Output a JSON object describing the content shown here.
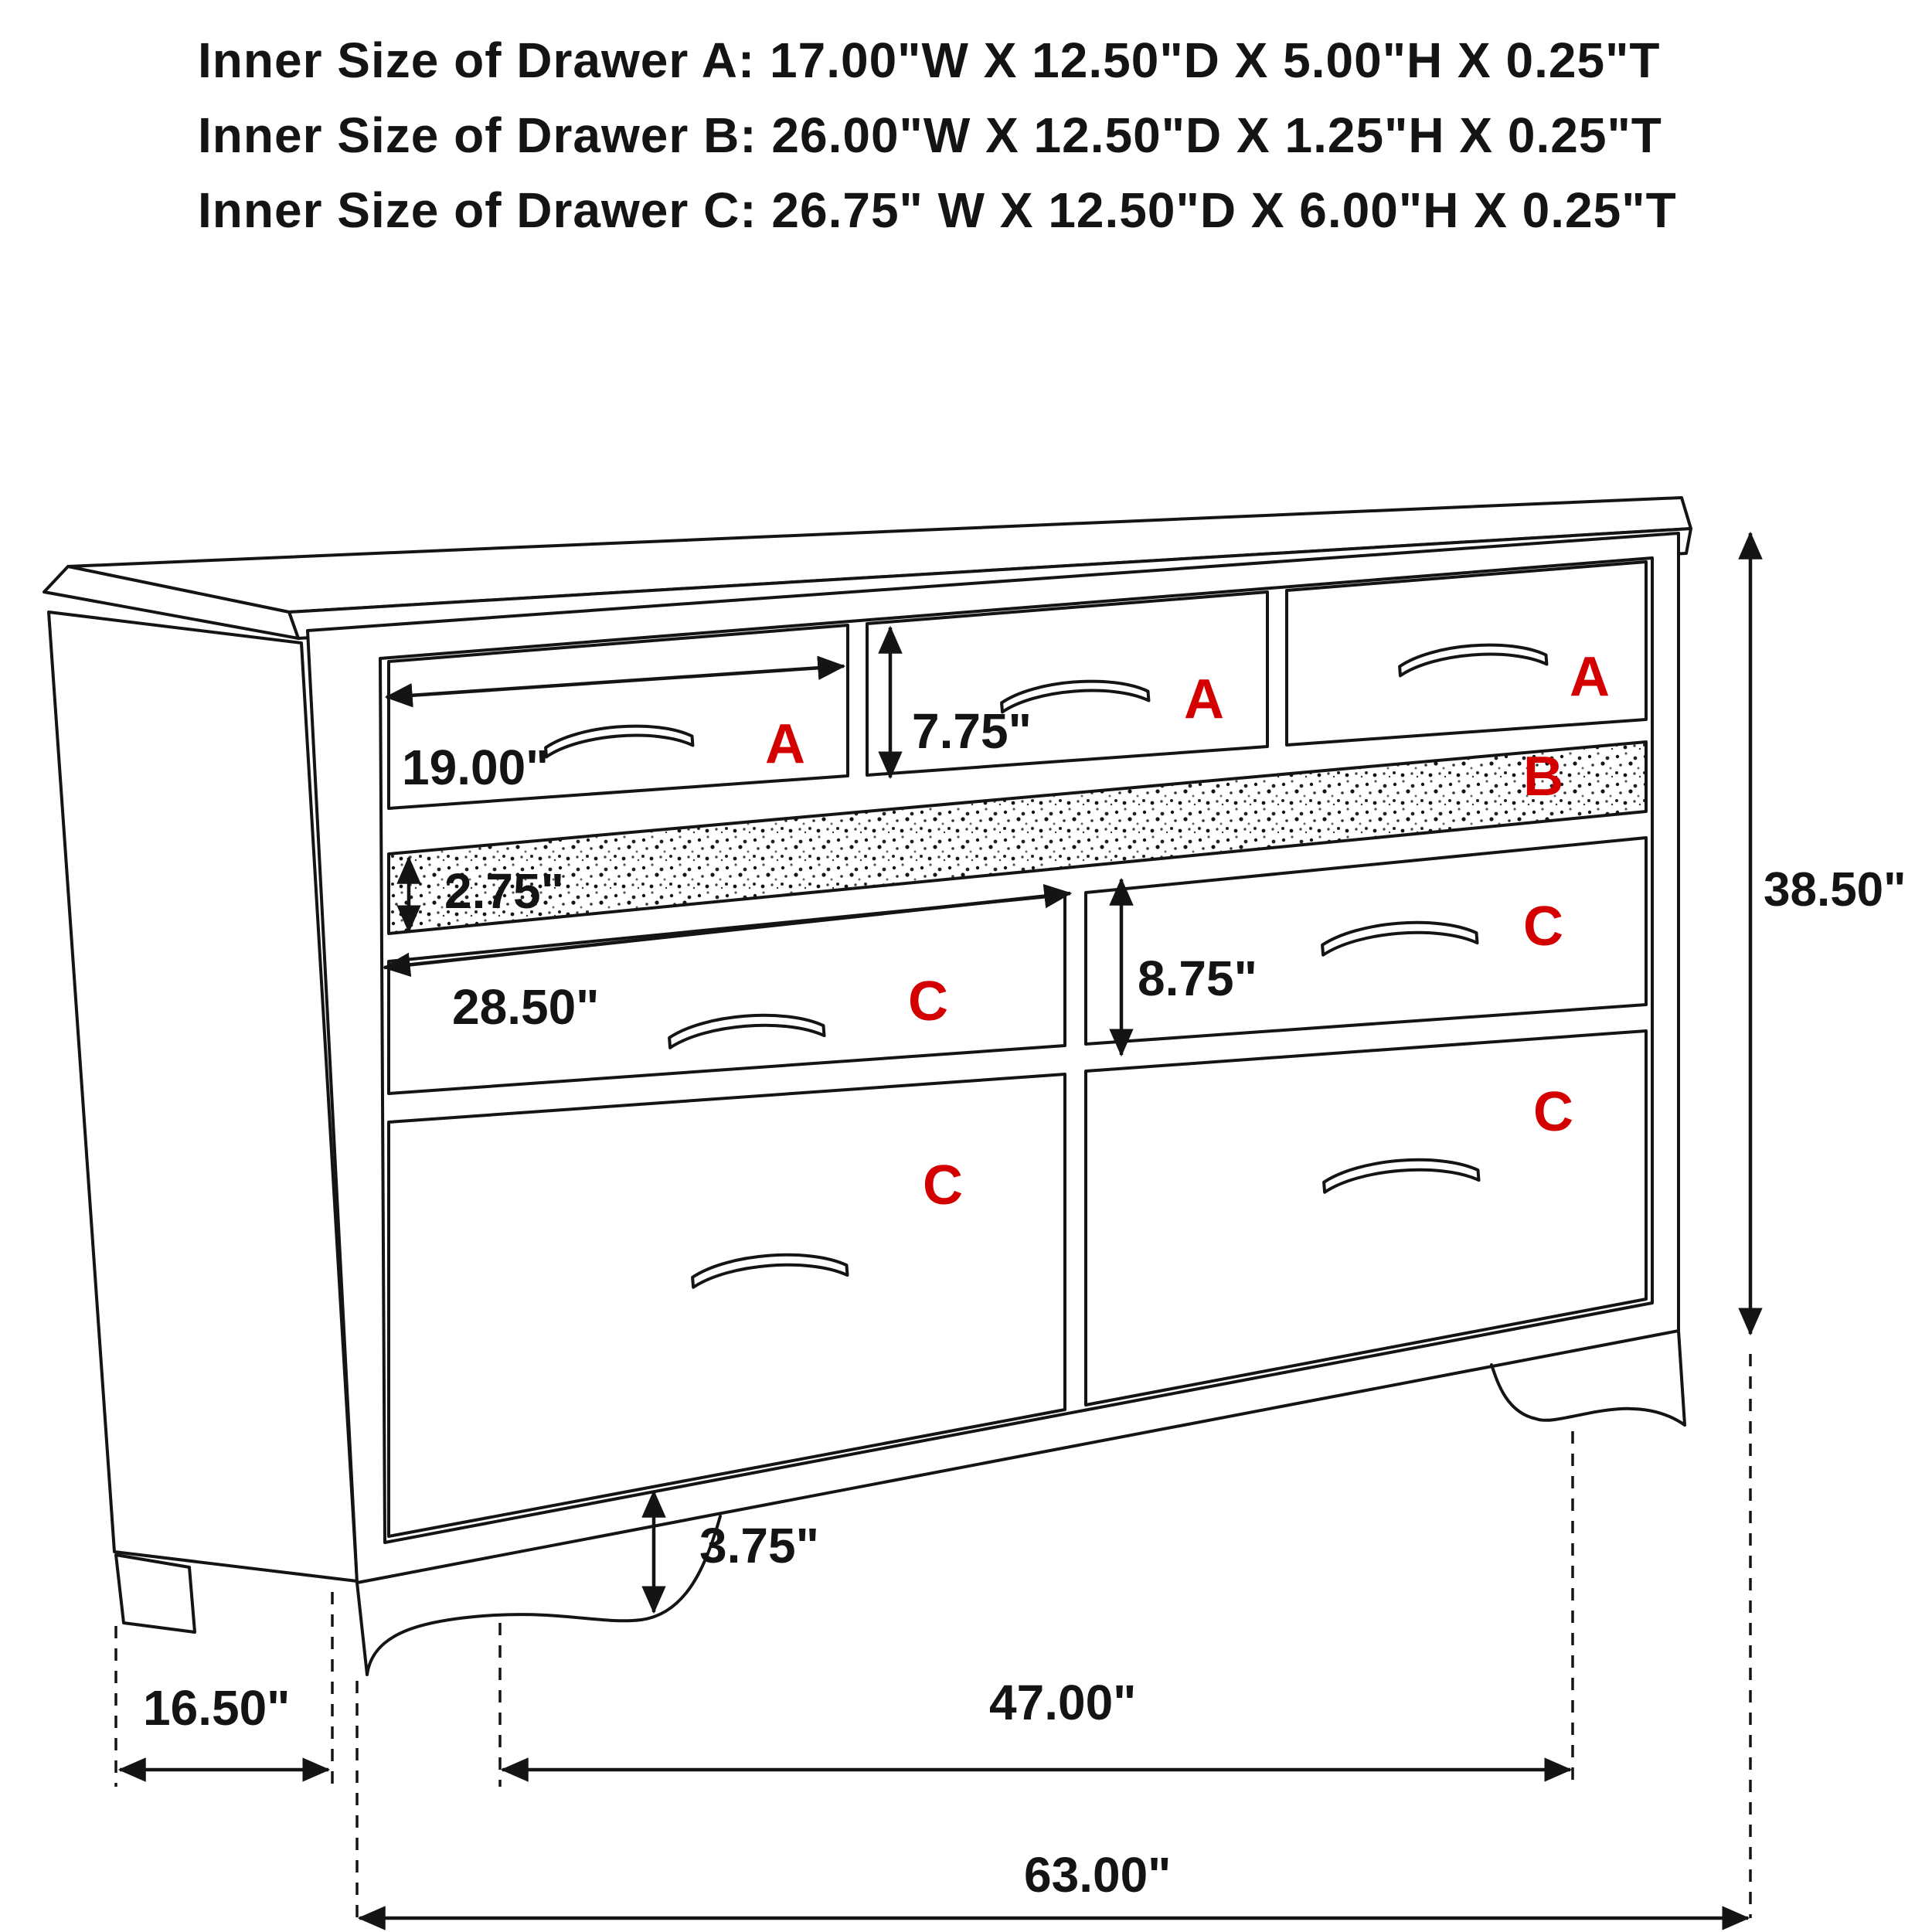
{
  "header": {
    "lines": [
      "Inner Size of Drawer A: 17.00\"W X 12.50\"D X 5.00\"H X 0.25\"T",
      "Inner Size of Drawer B: 26.00\"W X 12.50\"D X 1.25\"H X 0.25\"T",
      "Inner Size of Drawer C: 26.75\" W X 12.50\"D X 6.00\"H X 0.25\"T"
    ]
  },
  "diagram": {
    "drawer_labels": {
      "a1": "A",
      "a2": "A",
      "a3": "A",
      "b": "B",
      "c_left_top": "C",
      "c_right_top": "C",
      "c_left_bottom": "C",
      "c_right_bottom": "C"
    },
    "dimensions": {
      "drawer_a_width": "19.00\"",
      "drawer_a_face_height": "7.75\"",
      "drawer_b_face_height": "2.75\"",
      "drawer_c_width": "28.50\"",
      "drawer_c_face_height": "8.75\"",
      "overall_height": "38.50\"",
      "base_height": "3.75\"",
      "overall_depth": "16.50\"",
      "feet_span_width": "47.00\"",
      "overall_width": "63.00\""
    },
    "colors": {
      "label_red": "#d40000",
      "line": "#141414"
    }
  }
}
